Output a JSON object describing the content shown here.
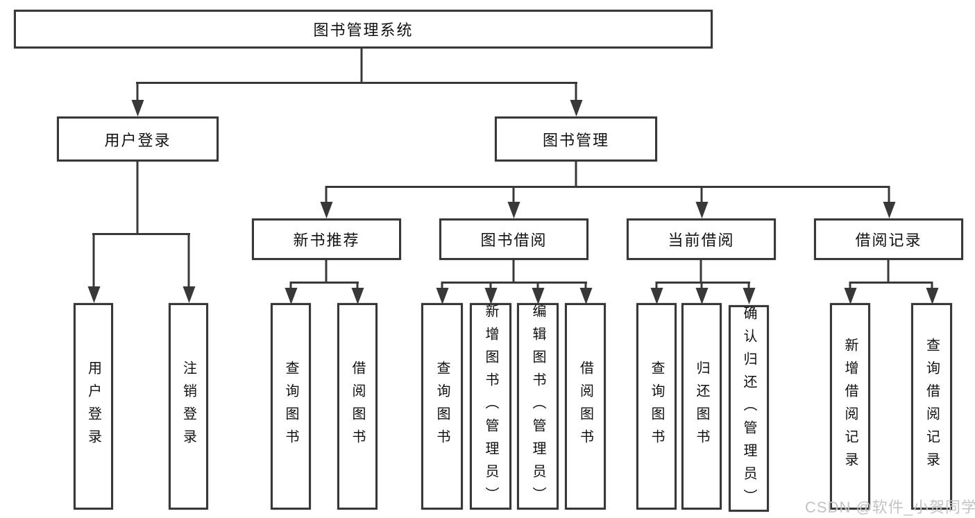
{
  "diagram": {
    "root": {
      "label": "图书管理系统"
    },
    "branches": [
      {
        "label": "用户登录",
        "children": [
          {
            "label": "用户登录"
          },
          {
            "label": "注销登录"
          }
        ]
      },
      {
        "label": "图书管理",
        "children": [
          {
            "label": "新书推荐",
            "children": [
              {
                "label": "查询图书"
              },
              {
                "label": "借阅图书"
              }
            ]
          },
          {
            "label": "图书借阅",
            "children": [
              {
                "label": "查询图书"
              },
              {
                "label": "新增图书（管理员）"
              },
              {
                "label": "编辑图书（管理员）"
              },
              {
                "label": "借阅图书"
              }
            ]
          },
          {
            "label": "当前借阅",
            "children": [
              {
                "label": "查询图书"
              },
              {
                "label": "归还图书"
              },
              {
                "label": "确认归还（管理员）"
              }
            ]
          },
          {
            "label": "借阅记录",
            "children": [
              {
                "label": "新增借阅记录"
              },
              {
                "label": "查询借阅记录"
              }
            ]
          }
        ]
      }
    ]
  },
  "watermark": {
    "text": "CSDN @软件_小贺同学"
  },
  "colors": {
    "line": "#383838",
    "text": "#111111",
    "box_bg": "#ffffff",
    "watermark": "#c3c3c3"
  }
}
